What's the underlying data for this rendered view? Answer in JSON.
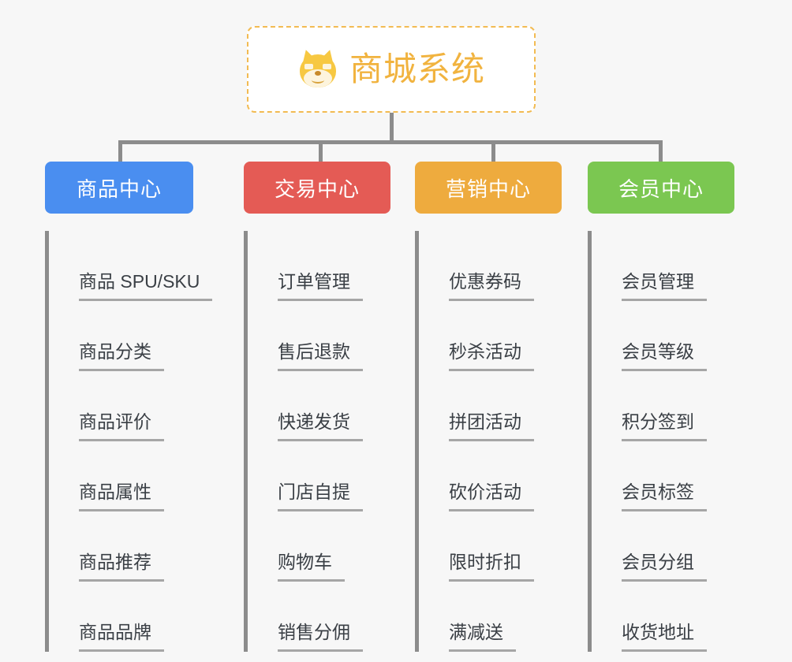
{
  "root": {
    "title": "商城系统",
    "icon": "shiba-dog-icon",
    "border_color": "#f2bb52",
    "text_color": "#f1b33f"
  },
  "connector_color": "#8c8c8c",
  "background_color": "#f7f7f7",
  "columns": [
    {
      "key": "product-center",
      "label": "商品中心",
      "color": "#4a8ef0",
      "items": [
        "商品 SPU/SKU",
        "商品分类",
        "商品评价",
        "商品属性",
        "商品推荐",
        "商品品牌"
      ]
    },
    {
      "key": "trade-center",
      "label": "交易中心",
      "color": "#e45b55",
      "items": [
        "订单管理",
        "售后退款",
        "快递发货",
        "门店自提",
        "购物车",
        "销售分佣"
      ]
    },
    {
      "key": "marketing-center",
      "label": "营销中心",
      "color": "#eeab3e",
      "items": [
        "优惠券码",
        "秒杀活动",
        "拼团活动",
        "砍价活动",
        "限时折扣",
        "满减送"
      ]
    },
    {
      "key": "member-center",
      "label": "会员中心",
      "color": "#7bc751",
      "items": [
        "会员管理",
        "会员等级",
        "积分签到",
        "会员标签",
        "会员分组",
        "收货地址"
      ]
    }
  ]
}
